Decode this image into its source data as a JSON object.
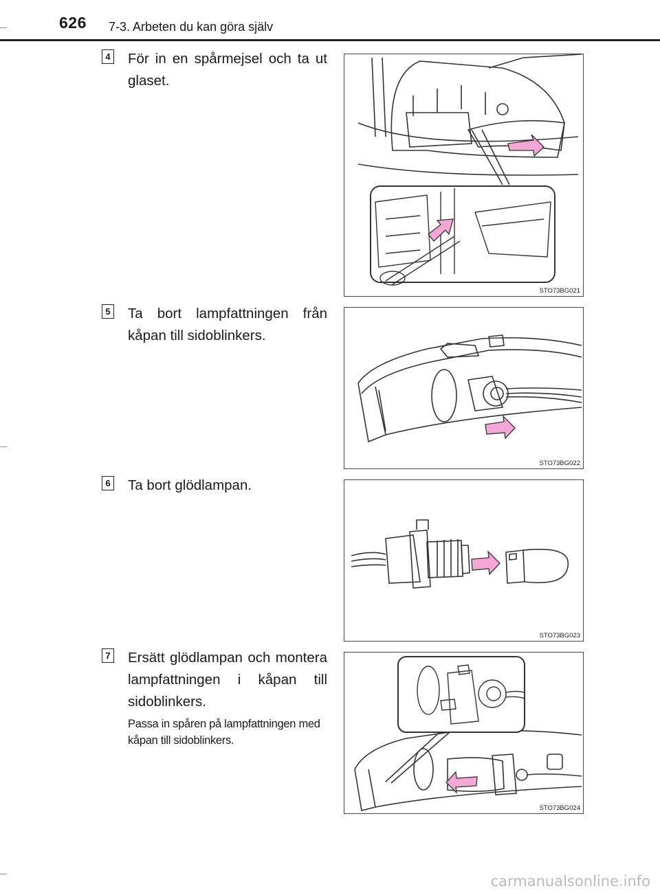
{
  "header": {
    "page_number": "626",
    "section_title": "7-3. Arbeten du kan göra själv"
  },
  "steps": [
    {
      "number": "4",
      "text": "För in en spårmejsel och ta ut glaset.",
      "figure_code": "STO73BG021"
    },
    {
      "number": "5",
      "text": "Ta bort lampfattningen från kåpan till sidoblinkers.",
      "figure_code": "STO73BG022"
    },
    {
      "number": "6",
      "text": "Ta bort glödlampan.",
      "figure_code": "STO73BG023"
    },
    {
      "number": "7",
      "text": "Ersätt glödlampan och montera lampfattningen i kåpan till sidoblinkers.",
      "note": "Passa in spåren på lampfattningen med kåpan till sidoblinkers.",
      "figure_code": "STO73BG024"
    }
  ],
  "watermark": "carmanualsonline.info",
  "colors": {
    "arrow_fill": "#f4a6d6",
    "line": "#333333"
  }
}
